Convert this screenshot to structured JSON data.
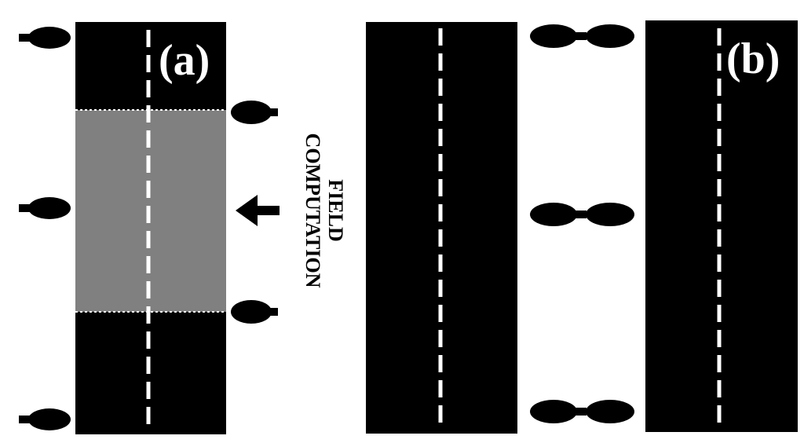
{
  "panels": [
    {
      "id": "a",
      "label": "(a)"
    },
    {
      "id": "b",
      "label": "(b)"
    }
  ],
  "annotation": {
    "line1": "COMPUTATION",
    "line2": "FIELD"
  },
  "colors": {
    "road": "#000000",
    "computation_field": "#808080",
    "lane_marking": "#ffffff",
    "background": "#ffffff",
    "light": "#000000"
  },
  "icons": {
    "light": "street-light-icon",
    "double_light": "double-street-light-icon",
    "arrow": "arrow-left-icon"
  }
}
